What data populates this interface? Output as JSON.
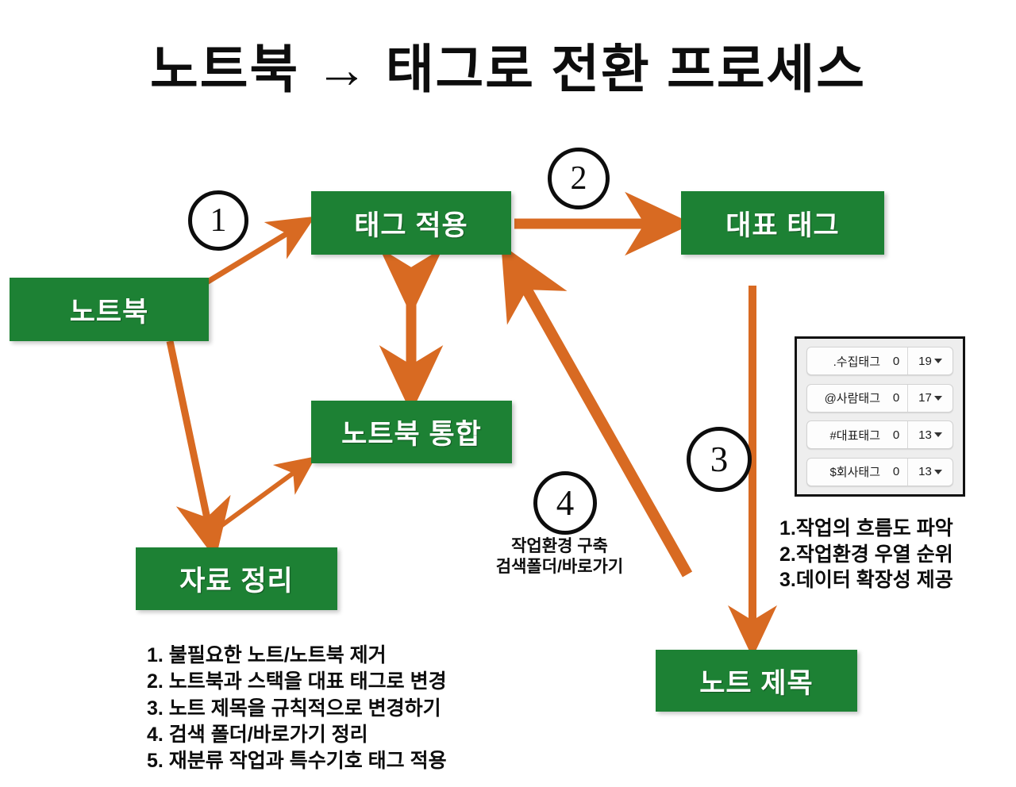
{
  "title": "노트북 → 태그로 전환 프로세스",
  "colors": {
    "box_green": "#1d8134",
    "arrow_orange": "#d86a22",
    "text_black": "#0d0d0d",
    "panel_bg": "#eeeeee",
    "background": "#ffffff"
  },
  "boxes": {
    "notebook": "노트북",
    "tag_apply": "태그 적용",
    "representative_tag": "대표 태그",
    "notebook_merge": "노트북 통합",
    "data_organize": "자료 정리",
    "note_title": "노트 제목"
  },
  "steps": {
    "one": "①",
    "two": "②",
    "three": "③",
    "four": "④"
  },
  "step4_caption": {
    "line1": "작업환경 구축",
    "line2": "검색폴더/바로가기"
  },
  "left_list": {
    "item1": "1. 불필요한 노트/노트북 제거",
    "item2": "2. 노트북과 스택을 대표 태그로 변경",
    "item3": "3. 노트 제목을 규칙적으로 변경하기",
    "item4": "4. 검색 폴더/바로가기 정리",
    "item5": "5. 재분류 작업과 특수기호 태그 적용"
  },
  "right_list": {
    "item1": "1.작업의 흐름도 파악",
    "item2": "2.작업환경 우열 순위",
    "item3": "3.데이터 확장성 제공"
  },
  "tag_panel": {
    "rows": [
      {
        "name": ".수집태그",
        "zero": "0",
        "count": "19"
      },
      {
        "name": "@사람태그",
        "zero": "0",
        "count": "17"
      },
      {
        "name": "#대표태그",
        "zero": "0",
        "count": "13"
      },
      {
        "name": "$회사태그",
        "zero": "0",
        "count": "13"
      }
    ]
  }
}
